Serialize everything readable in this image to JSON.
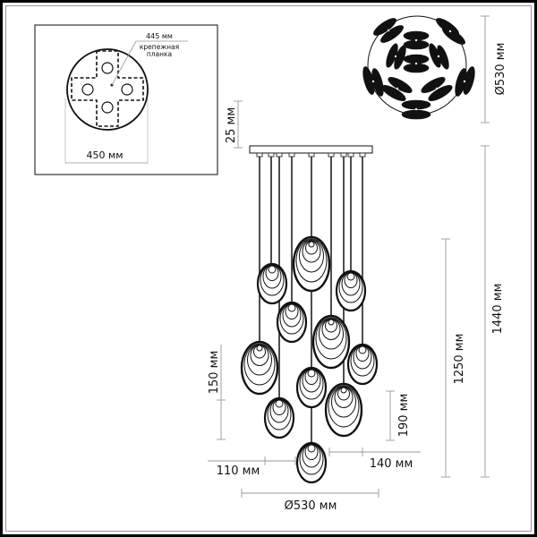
{
  "mount_plan": {
    "plate_label": "445 мм",
    "plate_note_line1": "крепежная",
    "plate_note_line2": "планка",
    "width_label": "450 мм"
  },
  "top_view": {
    "diameter_label": "Ø530 мм"
  },
  "side_view": {
    "canopy_height_label": "25 мм",
    "total_height_label": "1440 мм",
    "drop_height_label": "1250 мм",
    "shade_spacing_label": "150 мм",
    "shade_height_label": "190 мм",
    "shade_width_small_label": "110 мм",
    "shade_width_large_label": "140 мм",
    "diameter_label": "Ø530 мм"
  },
  "colors": {
    "line": "#111111",
    "dim_line": "#999999",
    "frame": "#000000"
  }
}
